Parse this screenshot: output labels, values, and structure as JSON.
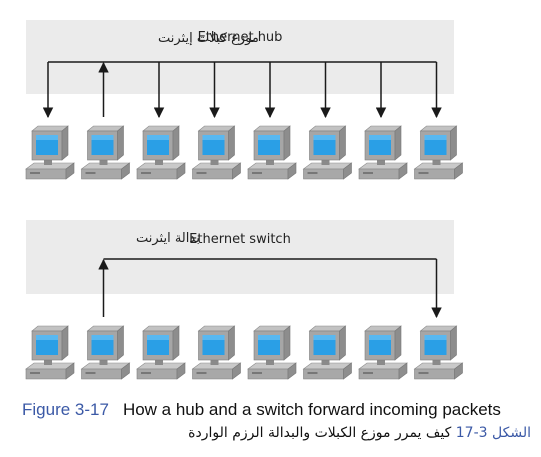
{
  "hub_diagram": {
    "label_en": "Ethernet hub",
    "label_ar": "موزع كبلات إيثرنت",
    "computer_count": 8,
    "source_index": 1,
    "arrow_style": "broadcast"
  },
  "switch_diagram": {
    "label_en": "Ethernet switch",
    "label_ar": "بدالة ايثرنت",
    "computer_count": 8,
    "source_index": 1,
    "destination_index": 7,
    "arrow_style": "unicast"
  },
  "caption": {
    "figure_number": "Figure 3-17",
    "text": "How a hub and a switch forward incoming packets",
    "figure_number_ar": "الشكل 3-17",
    "text_ar": "كيف يمرر موزع الكبلات والبدالة الرزم الواردة"
  },
  "colors": {
    "panel": "#ebebeb",
    "screen": "#2a9fe6",
    "monitor": "#9a9a9a",
    "line": "#1a1a1a",
    "caption_accent": "#3b59a6"
  }
}
